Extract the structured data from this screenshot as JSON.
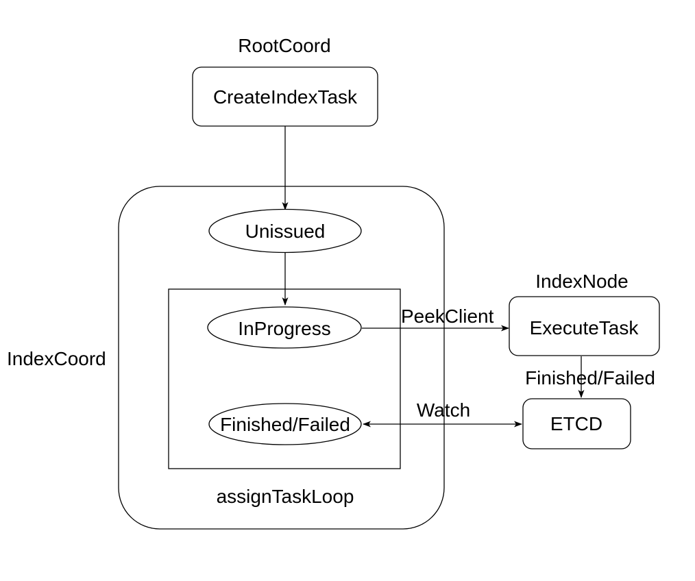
{
  "diagram": {
    "background_color": "#ffffff",
    "stroke_color": "#000000",
    "text_color": "#000000",
    "containers": {
      "index_coord_label": "IndexCoord",
      "assign_task_loop_label": "assignTaskLoop"
    },
    "group_labels": {
      "root_coord": "RootCoord",
      "index_node": "IndexNode"
    },
    "nodes": {
      "create_index_task": "CreateIndexTask",
      "unissued": "Unissued",
      "in_progress": "InProgress",
      "finished_failed": "Finished/Failed",
      "execute_task": "ExecuteTask",
      "etcd": "ETCD"
    },
    "edge_labels": {
      "peek_client": "PeekClient",
      "finished_failed": "Finished/Failed",
      "watch": "Watch"
    }
  }
}
